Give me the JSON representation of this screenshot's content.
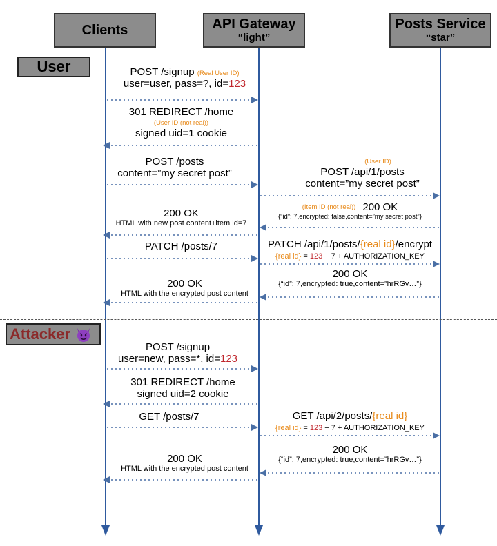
{
  "actors": {
    "clients": {
      "name": "Clients"
    },
    "gateway": {
      "name": "API Gateway",
      "alias": "“light”"
    },
    "posts": {
      "name": "Posts Service",
      "alias": "“star”"
    }
  },
  "sections": {
    "user": "User",
    "attacker": "Attacker"
  },
  "messages": {
    "m1": {
      "line1": "POST /signup",
      "note": "(Real User ID)",
      "line2_pre": "user=user, pass=?, id=",
      "line2_id": "123"
    },
    "m2": {
      "line1": "301 REDIRECT /home",
      "note": "(User ID (not real))",
      "line2": "signed uid=1 cookie"
    },
    "m3": {
      "line1": "POST /posts",
      "line2": "content=”my secret post”"
    },
    "m4": {
      "note": "(User ID)",
      "line1": "POST /api/1/posts",
      "line2": "content=”my secret post”"
    },
    "m5": {
      "note": "(Item ID (not real))",
      "line1": "200 OK",
      "line2": "{“id”: 7,encrypted: false,content=”my secret post”}"
    },
    "m6": {
      "line1": "200 OK",
      "line2": "HTML with new post content+item id=7"
    },
    "m7": {
      "line1": "PATCH /posts/7"
    },
    "m8": {
      "line1_pre": "PATCH /api/1/posts/",
      "line1_hl": "{real id}",
      "line1_post": "/encrypt",
      "l2_a": "{real id}",
      "l2_b": " = ",
      "l2_c": "123",
      "l2_d": " + 7 + AUTHORIZATION_KEY"
    },
    "m9": {
      "line1": "200 OK",
      "line2": "{“id”: 7,encrypted: true,content=”hrRGv…”}"
    },
    "m10": {
      "line1": "200 OK",
      "line2": "HTML with the encrypted post content"
    },
    "a1": {
      "line1": "POST /signup",
      "line2_pre": "user=new, pass=*, id=",
      "line2_id": "123"
    },
    "a2": {
      "line1": "301 REDIRECT /home",
      "line2": "signed uid=2 cookie"
    },
    "a3": {
      "line1": "GET /posts/7"
    },
    "a4": {
      "line1_pre": "GET /api/2/posts/",
      "line1_hl": "{real id}",
      "l2_a": "{real id}",
      "l2_b": " = ",
      "l2_c": "123",
      "l2_d": " + 7 + AUTHORIZATION_KEY"
    },
    "a5": {
      "line1": "200 OK",
      "line2": "{“id”: 7,encrypted: true,content=”hrRGv…”}"
    },
    "a6": {
      "line1": "200 OK",
      "line2": "HTML with the encrypted post content"
    }
  },
  "colors": {
    "actor_fill": "#8c8c8c",
    "arrow": "#4a6fa5",
    "lifeline": "#2f5a9e",
    "highlight": "#e88a1a",
    "id_red": "#c0272d",
    "attacker": "#8b2a2a"
  },
  "icons": {
    "attacker": "devil-emoji-icon"
  }
}
